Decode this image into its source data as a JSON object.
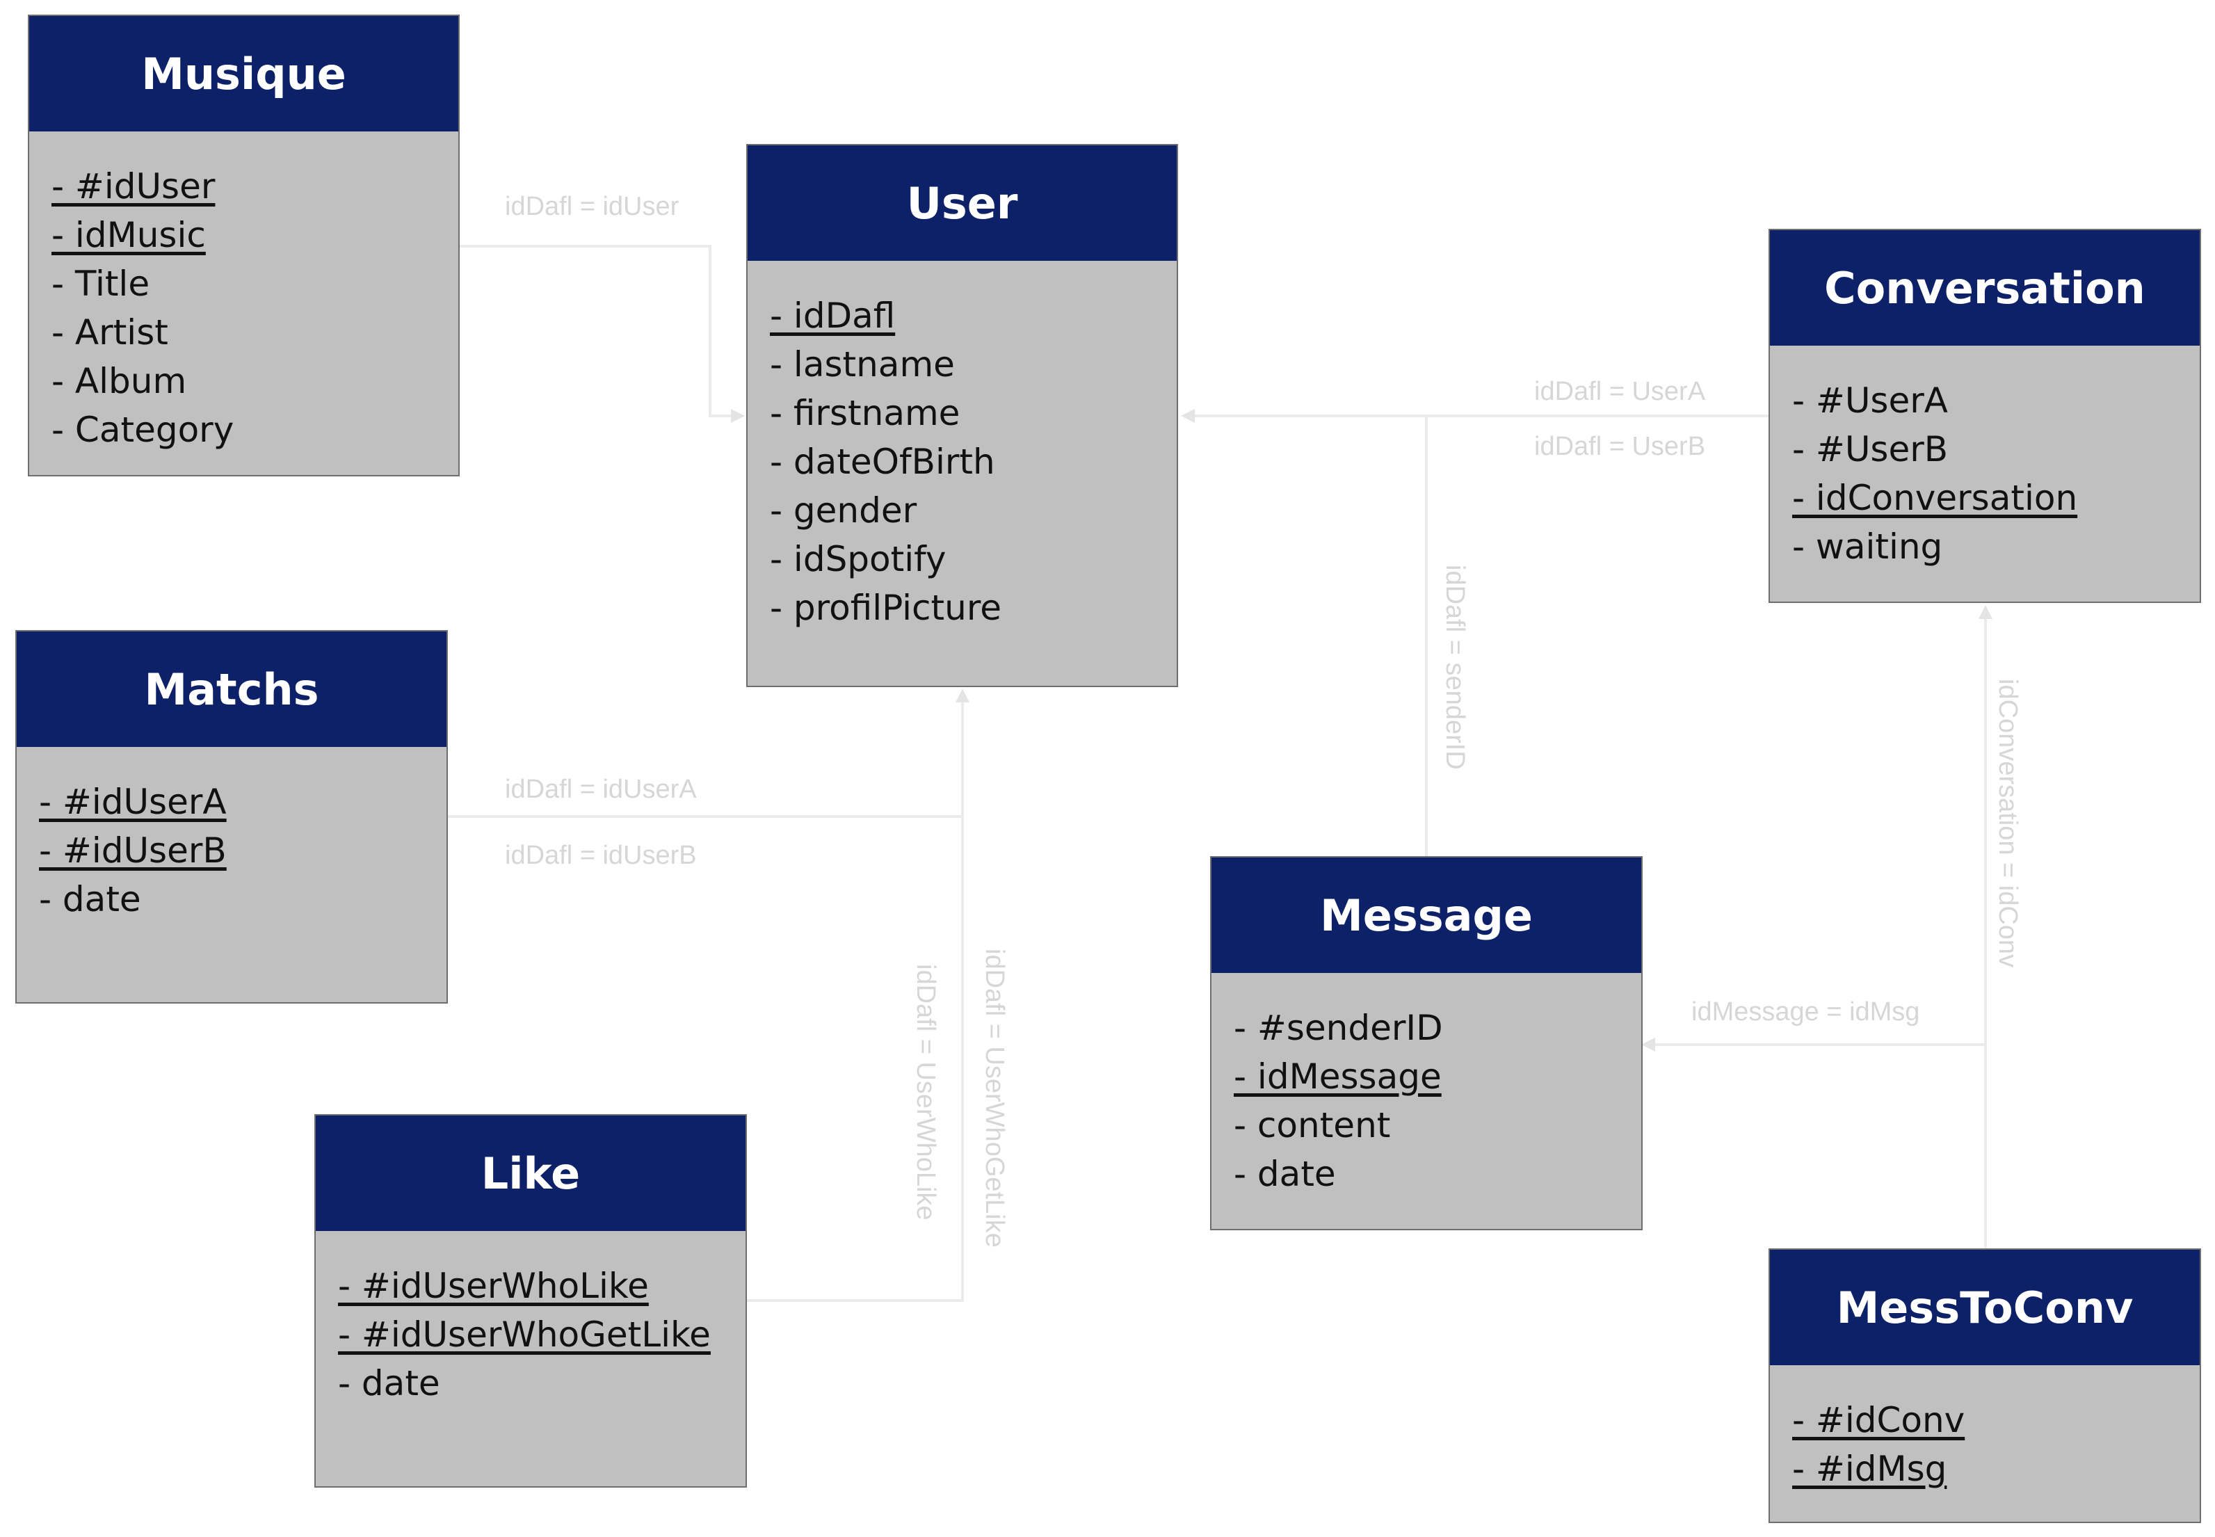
{
  "diagram": {
    "entities": {
      "musique": {
        "title": "Musique",
        "attributes": [
          {
            "text": "- #idUser",
            "key": true
          },
          {
            "text": "- idMusic",
            "key": true
          },
          {
            "text": "- Title",
            "key": false
          },
          {
            "text": "- Artist",
            "key": false
          },
          {
            "text": "- Album",
            "key": false
          },
          {
            "text": "- Category",
            "key": false
          }
        ]
      },
      "user": {
        "title": "User",
        "attributes": [
          {
            "text": "- idDafl",
            "key": true
          },
          {
            "text": "- lastname",
            "key": false
          },
          {
            "text": "- firstname",
            "key": false
          },
          {
            "text": "- dateOfBirth",
            "key": false
          },
          {
            "text": "- gender",
            "key": false
          },
          {
            "text": "- idSpotify",
            "key": false
          },
          {
            "text": "- profilPicture",
            "key": false
          }
        ]
      },
      "conversation": {
        "title": "Conversation",
        "attributes": [
          {
            "text": "- #UserA",
            "key": false
          },
          {
            "text": "- #UserB",
            "key": false
          },
          {
            "text": "- idConversation",
            "key": true
          },
          {
            "text": "- waiting",
            "key": false
          }
        ]
      },
      "matchs": {
        "title": "Matchs",
        "attributes": [
          {
            "text": "- #idUserA",
            "key": true
          },
          {
            "text": "- #idUserB",
            "key": true
          },
          {
            "text": "- date",
            "key": false
          }
        ]
      },
      "message": {
        "title": "Message",
        "attributes": [
          {
            "text": "- #senderID",
            "key": false
          },
          {
            "text": "- idMessage",
            "key": true
          },
          {
            "text": "- content",
            "key": false
          },
          {
            "text": "- date",
            "key": false
          }
        ]
      },
      "like": {
        "title": "Like",
        "attributes": [
          {
            "text": "- #idUserWhoLike",
            "key": true
          },
          {
            "text": "- #idUserWhoGetLike",
            "key": true
          },
          {
            "text": "- date",
            "key": false
          }
        ]
      },
      "messtoconv": {
        "title": "MessToConv",
        "attributes": [
          {
            "text": "- #idConv",
            "key": true
          },
          {
            "text": "- #idMsg",
            "key": true
          }
        ]
      }
    },
    "relations": {
      "musique_user": "idDafl = idUser",
      "conv_user_a": "idDafl = UserA",
      "conv_user_b": "idDafl = UserB",
      "message_user": "idDafl = senderID",
      "matchs_user_a": "idDafl = idUserA",
      "matchs_user_b": "idDafl = idUserB",
      "like_user_who_like": "idDafl = UserWhoLike",
      "like_user_who_get_like": "idDafl = UserWhoGetLike",
      "messtoconv_message": "idMessage = idMsg",
      "messtoconv_conversation": "idConversation = idConv"
    },
    "colors": {
      "header": "#0c2167",
      "body": "#c0c0c0",
      "connector": "#ebebeb",
      "connector_label": "#d6d6d6"
    }
  }
}
